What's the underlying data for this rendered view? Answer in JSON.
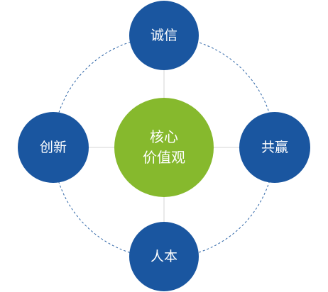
{
  "center": {
    "line1": "核心",
    "line2": "价值观"
  },
  "nodes": {
    "top": "诚信",
    "left": "创新",
    "right": "共赢",
    "bottom": "人本"
  },
  "colors": {
    "outer_node": "#1a56a0",
    "center_node": "#86b92d",
    "ring": "#2b63a6",
    "spoke": "#d6d6d6"
  }
}
